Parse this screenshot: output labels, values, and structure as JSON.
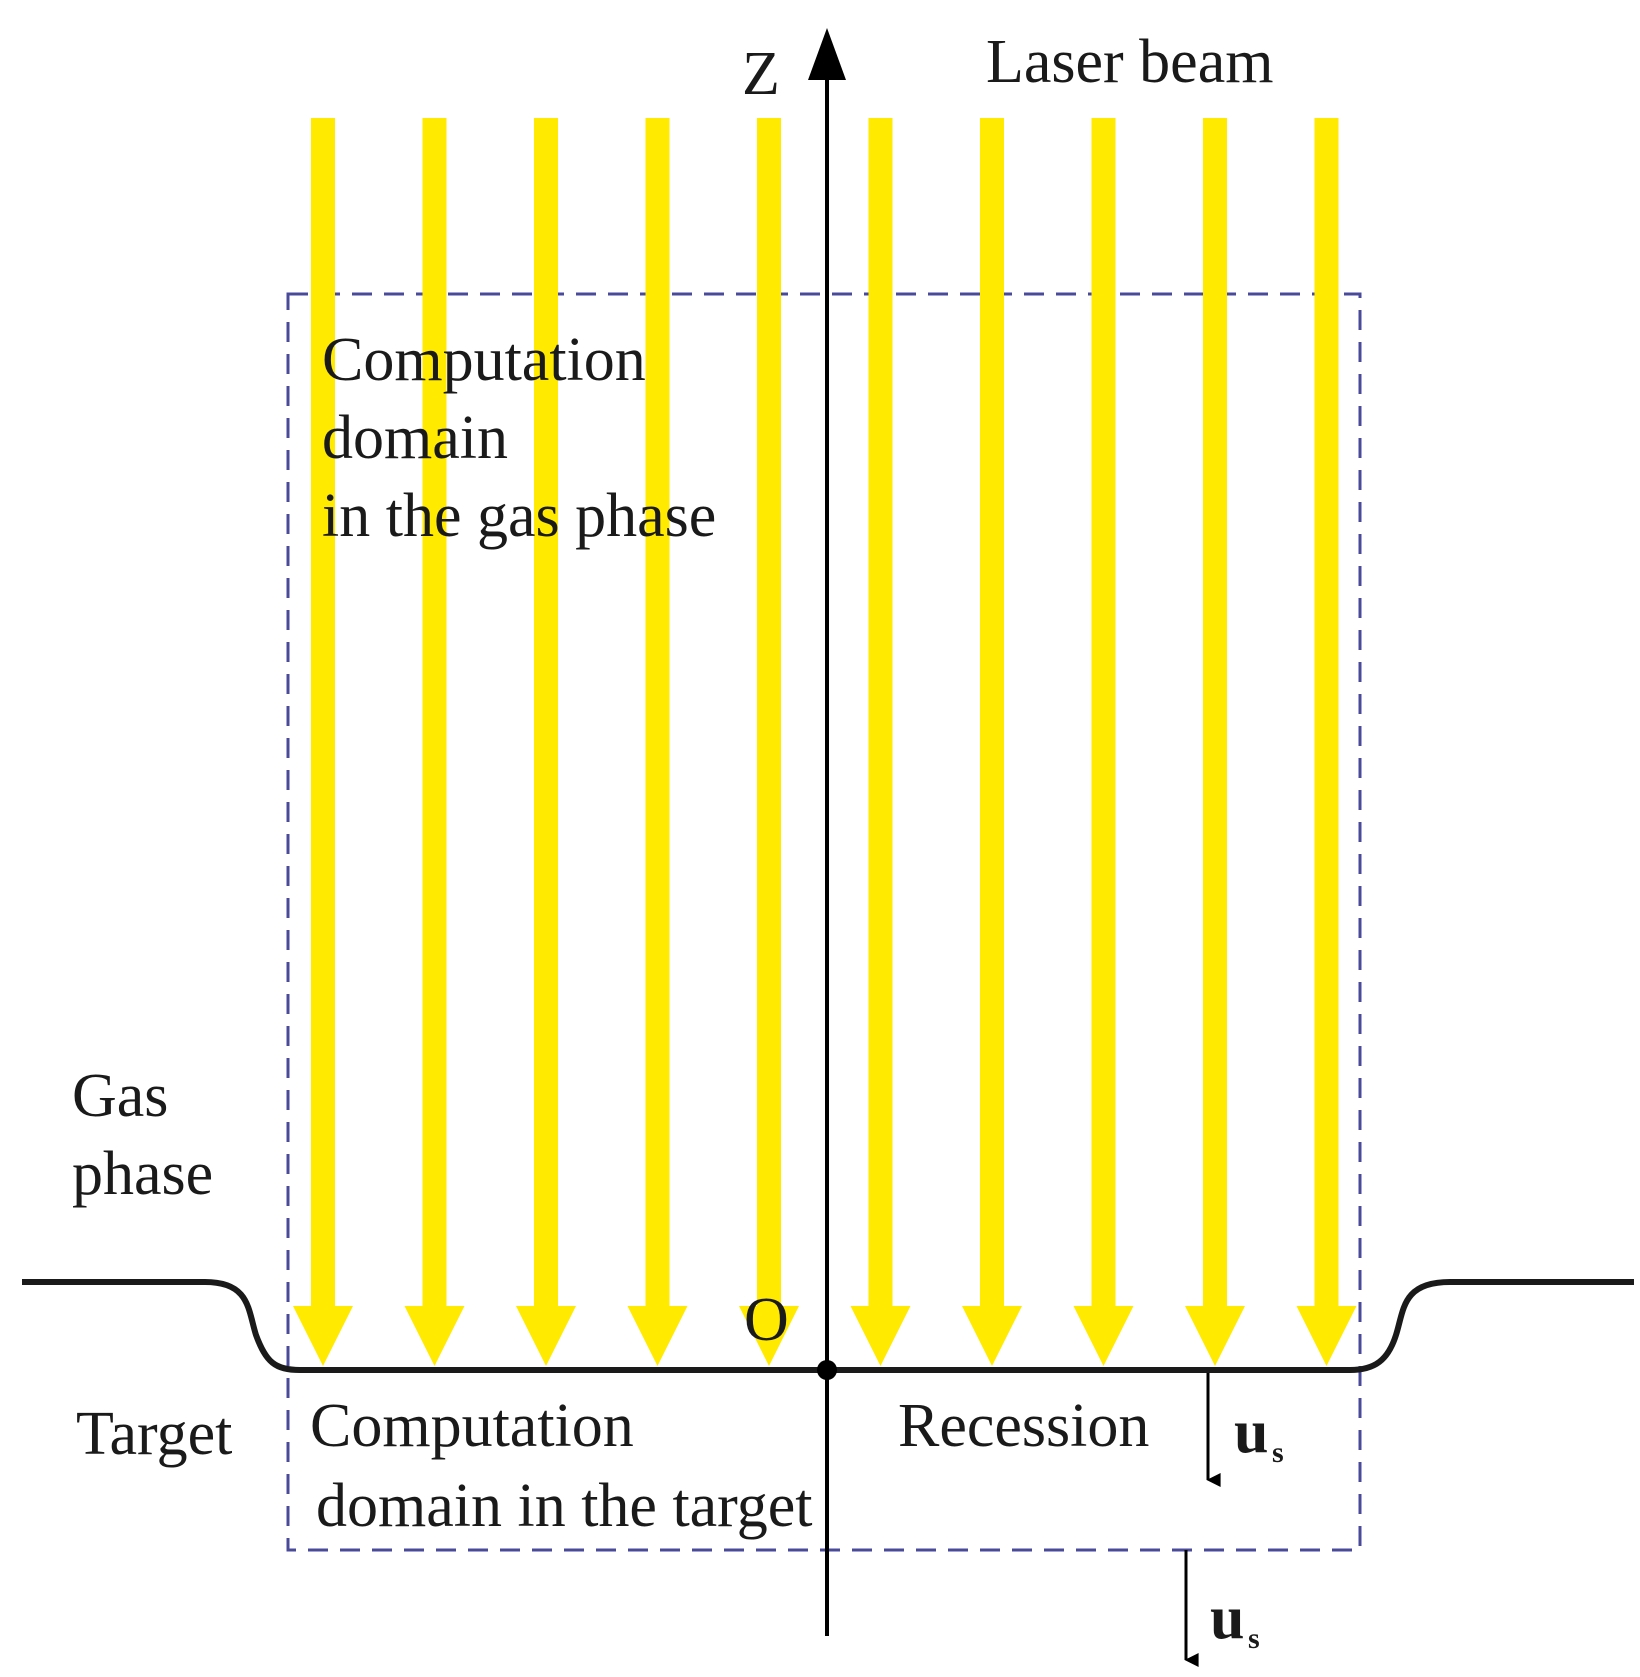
{
  "labels": {
    "z_axis": "Z",
    "laser_beam": "Laser beam",
    "gas_domain": [
      "Computation",
      "domain",
      "in the gas phase"
    ],
    "gas_phase": [
      "Gas",
      "phase"
    ],
    "origin": "O",
    "target": "Target",
    "target_domain": [
      "Computation",
      "domain in the target"
    ],
    "recession": "Recession",
    "velocity_symbol": "u",
    "velocity_subscript": "s"
  },
  "colors": {
    "laser": "#FFEA00",
    "axis": "#000000",
    "boundary": "#1a1a1a",
    "domain_dashes": "#4a4a9a",
    "text": "#1a1a1a"
  },
  "beam_count": 10
}
